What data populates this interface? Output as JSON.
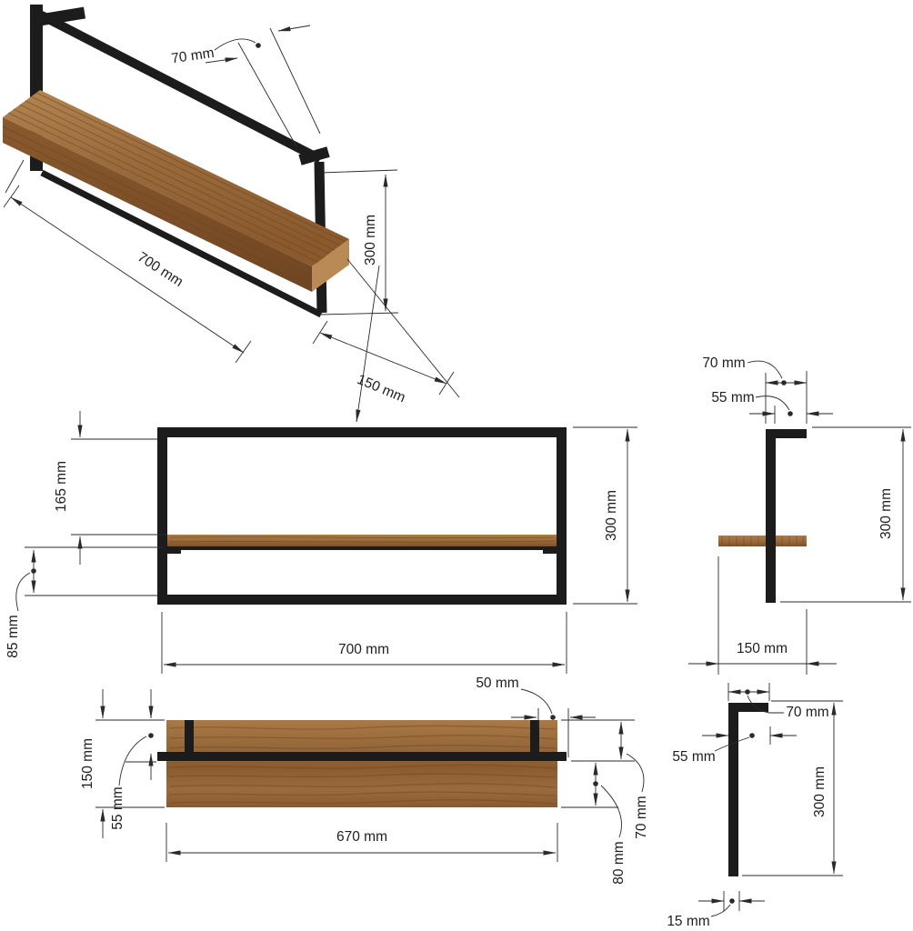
{
  "views": {
    "iso": {
      "label_70": "70 mm",
      "label_700": "700 mm",
      "label_300": "300 mm",
      "label_150": "150 mm"
    },
    "front": {
      "label_165": "165 mm",
      "label_85": "85 mm",
      "label_300": "300 mm",
      "label_700": "700 mm"
    },
    "top": {
      "label_150": "150 mm",
      "label_55": "55 mm",
      "label_50": "50 mm",
      "label_70": "70 mm",
      "label_80": "80 mm",
      "label_670": "670 mm"
    },
    "side": {
      "label_70": "70 mm",
      "label_55": "55 mm",
      "label_300": "300 mm",
      "label_150": "150 mm"
    },
    "bracket": {
      "label_70": "70 mm",
      "label_55": "55 mm",
      "label_300": "300 mm",
      "label_15": "15 mm"
    }
  },
  "colors": {
    "metal": "#1c1c1c",
    "line": "#2a2a2a",
    "wood_mid": "#9a6b3e",
    "wood_dark": "#6d441f",
    "wood_light": "#b98a55",
    "wood_face": "#8a5a2e",
    "background": "#ffffff"
  }
}
